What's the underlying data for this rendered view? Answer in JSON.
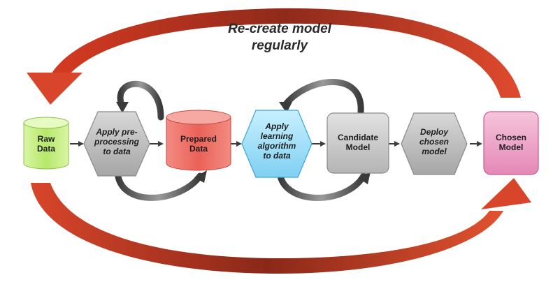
{
  "title": "Re-create model\nregularly",
  "nodes": {
    "raw_data": "Raw\nData",
    "preprocess": "Apply pre-\nprocessing\nto data",
    "prepared_data": "Prepared\nData",
    "learning": "Apply\nlearning\nalgorithm\nto data",
    "candidate_model": "Candidate\nModel",
    "deploy": "Deploy\nchosen\nmodel",
    "chosen_model": "Chosen\nModel"
  },
  "colors": {
    "cycle_arrow": "#d8452a",
    "raw_data": "#c8f08c",
    "prepared_data": "#f07b72",
    "learning": "#9ee0fa",
    "candidate_model": "#c8c8c8",
    "hexagon": "#bdbdbd",
    "chosen_model": "#ec9cc2",
    "connector": "#3c3c3c"
  },
  "icons": [
    "loop-arrow-icon",
    "connector-arrow-icon",
    "cycle-arrow-icon"
  ]
}
